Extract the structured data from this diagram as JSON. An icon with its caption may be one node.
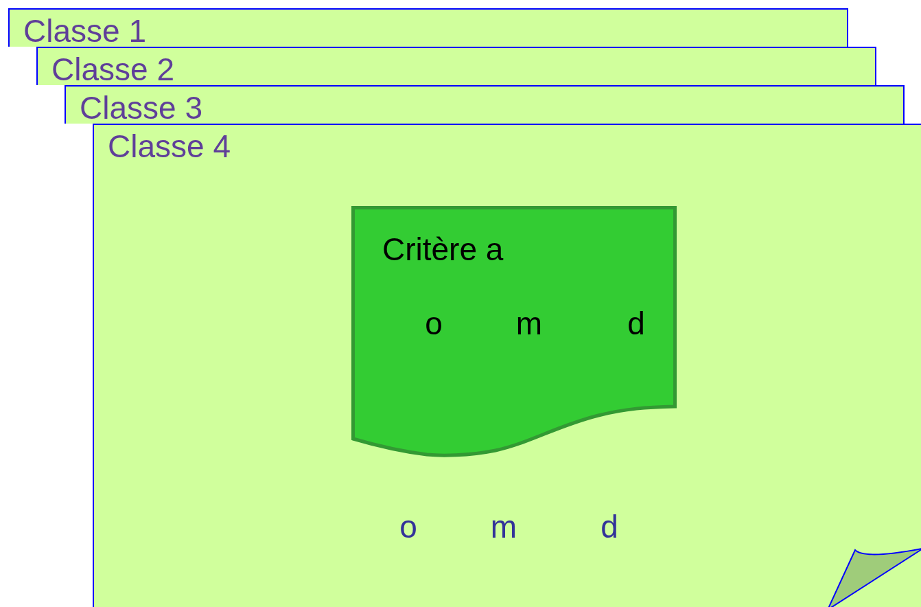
{
  "diagram": {
    "nodes": [
      {
        "text": [
          "Classe 1"
        ]
      },
      {
        "text": [
          "Classe 2"
        ]
      },
      {
        "text": [
          "Classe 3"
        ]
      },
      {
        "text": [
          "Classe 4"
        ]
      },
      {
        "text": [
          "Critère a",
          "o",
          "m",
          "d"
        ],
        "in": 3
      }
    ],
    "labels": [
      "o",
      "m",
      "d"
    ]
  }
}
